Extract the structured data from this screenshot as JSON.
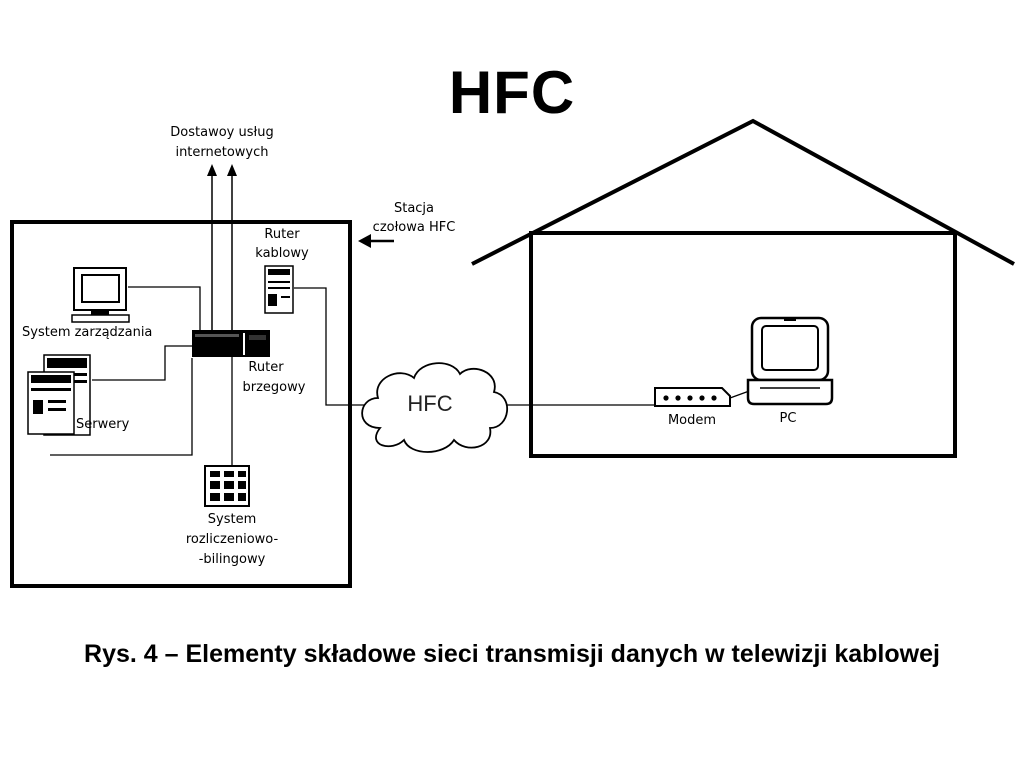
{
  "title": "HFC",
  "caption": "Rys. 4 – Elementy składowe sieci transmisji danych w telewizji kablowej",
  "labels": {
    "isp_line1": "Dostawoy usług",
    "isp_line2": "internetowych",
    "headend_line1": "Stacja",
    "headend_line2": "czołowa HFC",
    "cable_router_line1": "Ruter",
    "cable_router_line2": "kablowy",
    "management": "System zarządzania",
    "edge_router_line1": "Ruter",
    "edge_router_line2": "brzegowy",
    "servers": "Serwery",
    "billing_line1": "System",
    "billing_line2": "rozliczeniowo-",
    "billing_line3": "-bilingowy",
    "cloud": "HFC",
    "modem": "Modem",
    "pc": "PC"
  },
  "icons": {
    "management": "desktop-computer-icon",
    "servers": "server-rack-icon",
    "cable_router": "tower-server-icon",
    "edge_router": "rack-router-icon",
    "billing": "billing-system-icon",
    "cloud": "network-cloud-icon",
    "modem": "modem-icon",
    "pc": "laptop-icon"
  }
}
